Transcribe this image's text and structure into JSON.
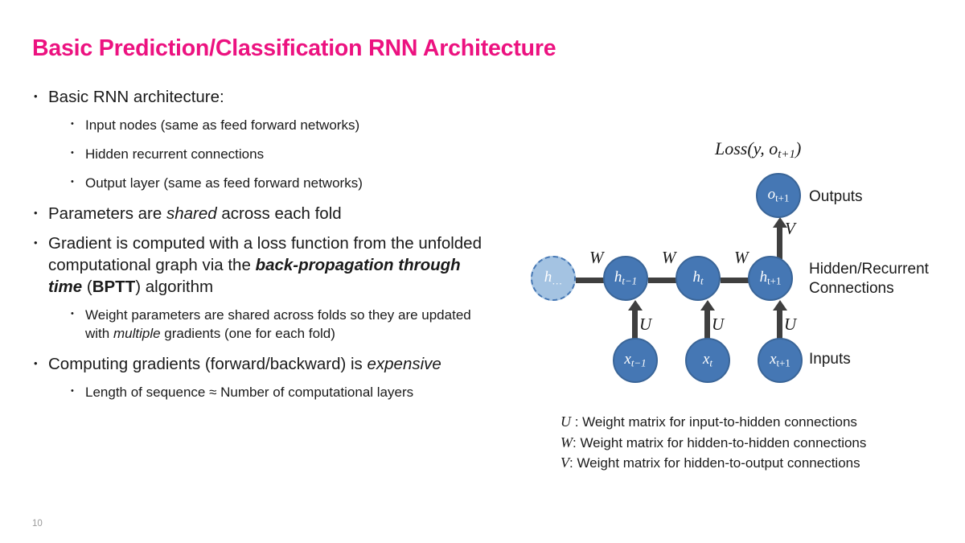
{
  "slide": {
    "title": "Basic Prediction/Classification RNN Architecture",
    "page_number": "10",
    "title_color": "#ec1280",
    "background_color": "#ffffff",
    "text_color": "#1a1a1a"
  },
  "bullets": [
    {
      "level": 1,
      "text": "Basic RNN architecture:"
    },
    {
      "level": 2,
      "text": "Input nodes (same as feed forward networks)"
    },
    {
      "level": 2,
      "text": "Hidden recurrent connections"
    },
    {
      "level": 2,
      "text": "Output layer (same as feed forward networks)"
    },
    {
      "level": 1,
      "text": "Parameters are shared across each fold",
      "parts": [
        {
          "t": "Parameters are ",
          "s": "n"
        },
        {
          "t": "shared",
          "s": "i"
        },
        {
          "t": " across each fold",
          "s": "n"
        }
      ]
    },
    {
      "level": 1,
      "text": "Gradient is computed with a loss function from the unfolded computational graph via the back-propagation through time (BPTT) algorithm",
      "parts": [
        {
          "t": "Gradient is computed with a loss function from the unfolded computational graph via the ",
          "s": "n"
        },
        {
          "t": "back-propagation through time",
          "s": "bi"
        },
        {
          "t": " (",
          "s": "n"
        },
        {
          "t": "BPTT",
          "s": "b"
        },
        {
          "t": ") algorithm",
          "s": "n"
        }
      ]
    },
    {
      "level": 2,
      "text": "Weight parameters are shared across folds so they are updated with multiple gradients (one for each fold)",
      "parts": [
        {
          "t": "Weight parameters are shared across folds so they are updated with ",
          "s": "n"
        },
        {
          "t": "multiple",
          "s": "i"
        },
        {
          "t": " gradients (one for each fold)",
          "s": "n"
        }
      ]
    },
    {
      "level": 1,
      "text": "Computing gradients (forward/backward) is expensive",
      "parts": [
        {
          "t": "Computing gradients (forward/backward) is ",
          "s": "n"
        },
        {
          "t": "expensive",
          "s": "i"
        }
      ]
    },
    {
      "level": 2,
      "text": "Length of sequence ≈ Number of computational layers"
    }
  ],
  "diagram": {
    "loss_label": {
      "prefix": "Loss(y, o",
      "sub": "t+1",
      "suffix": ")"
    },
    "node_color": "#4577b4",
    "node_border_color": "#3a6598",
    "ghost_node_color": "#a4c3e2",
    "arrow_color": "#3f3f3f",
    "nodes": {
      "output": {
        "base": "o",
        "sub": "t+1"
      },
      "hidden_prev": {
        "base": "h",
        "sub": "…"
      },
      "hidden_tm1": {
        "base": "h",
        "sub": "t−1"
      },
      "hidden_t": {
        "base": "h",
        "sub": "t"
      },
      "hidden_tp1": {
        "base": "h",
        "sub": "t+1"
      },
      "input_tm1": {
        "base": "x",
        "sub": "t−1"
      },
      "input_t": {
        "base": "x",
        "sub": "t"
      },
      "input_tp1": {
        "base": "x",
        "sub": "t+1"
      }
    },
    "edge_labels": {
      "w1": "W",
      "w2": "W",
      "w3": "W",
      "u1": "U",
      "u2": "U",
      "u3": "U",
      "v": "V"
    },
    "side_labels": {
      "outputs": "Outputs",
      "hidden": "Hidden/Recurrent\nConnections",
      "inputs": "Inputs"
    }
  },
  "legend": [
    {
      "symbol": "U",
      "text": " : Weight matrix for input-to-hidden connections"
    },
    {
      "symbol": "W",
      "text": ": Weight matrix for hidden-to-hidden connections"
    },
    {
      "symbol": "V",
      "text": ": Weight matrix for hidden-to-output connections"
    }
  ]
}
